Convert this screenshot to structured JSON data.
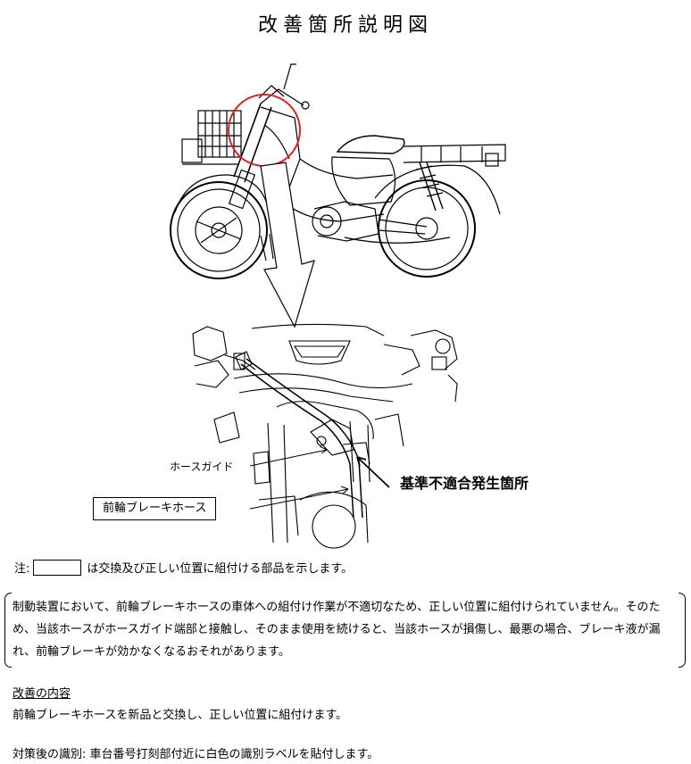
{
  "title": "改善箇所説明図",
  "callouts": {
    "hose_guide": "ホースガイド",
    "front_brake_hose": "前輪ブレーキホース",
    "nonconformity_location": "基準不適合発生箇所"
  },
  "note": {
    "prefix": "注:",
    "suffix": "は交換及び正しい位置に組付ける部品を示します。"
  },
  "description": "制動装置において、前輪ブレーキホースの車体への組付け作業が不適切なため、正しい位置に組付けられていません。そのため、当該ホースがホースガイド端部と接触し、そのまま使用を続けると、当該ホースが損傷し、最悪の場合、ブレーキ液が漏れ、前輪ブレーキが効かなくなるおそれがあります。",
  "improvement": {
    "heading": "改善の内容",
    "body": "前輪ブレーキホースを新品と交換し、正しい位置に組付けます。"
  },
  "identification": "対策後の識別: 車台番号打刻部付近に白色の識別ラベルを貼付します。",
  "colors": {
    "highlight_circle": "#e02020",
    "line_art": "#000000"
  }
}
